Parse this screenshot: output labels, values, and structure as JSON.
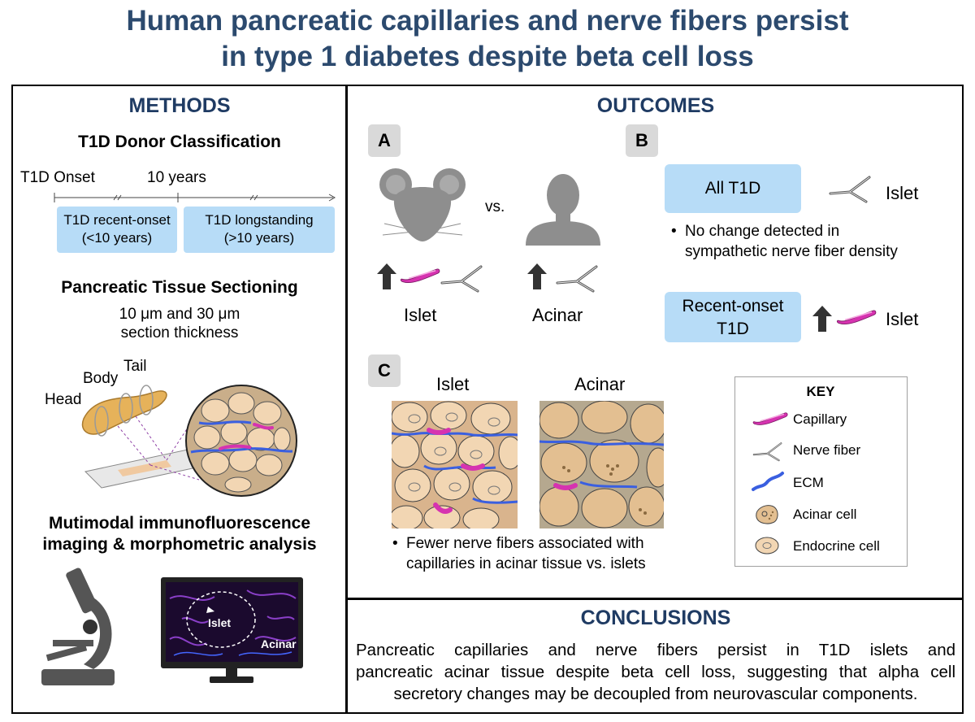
{
  "title": {
    "line1": "Human pancreatic capillaries and nerve fibers persist",
    "line2": "in type 1 diabetes despite beta cell loss"
  },
  "colors": {
    "title": "#2c4a6e",
    "heading": "#1f3b63",
    "box_fill": "#b7dcf7",
    "letter_fill": "#d9d9d9",
    "capillary": "#d633b0",
    "ecm": "#3a5fe0"
  },
  "methods": {
    "heading": "METHODS",
    "donor_heading": "T1D Donor Classification",
    "timeline": {
      "start_label": "T1D Onset",
      "mid_label": "10 years",
      "box1_line1": "T1D recent-onset",
      "box1_line2": "(<10 years)",
      "box2_line1": "T1D longstanding",
      "box2_line2": "(>10 years)"
    },
    "sectioning_heading": "Pancreatic Tissue Sectioning",
    "thickness_line1": "10 μm and 30 μm",
    "thickness_line2": "section thickness",
    "pancreas_labels": {
      "head": "Head",
      "body": "Body",
      "tail": "Tail"
    },
    "imaging_line1": "Mutimodal immunofluorescence",
    "imaging_line2": "imaging & morphometric analysis",
    "monitor_labels": {
      "islet": "Islet",
      "acinar": "Acinar"
    }
  },
  "outcomes": {
    "heading": "OUTCOMES",
    "panel_a": {
      "letter": "A",
      "vs": "vs.",
      "islet": "Islet",
      "acinar": "Acinar"
    },
    "panel_b": {
      "letter": "B",
      "all_t1d": "All T1D",
      "islet1": "Islet",
      "bullet1_line1": "No change detected in",
      "bullet1_line2": "sympathetic nerve fiber density",
      "recent_line1": "Recent-onset",
      "recent_line2": "T1D",
      "islet2": "Islet"
    },
    "panel_c": {
      "letter": "C",
      "islet": "Islet",
      "acinar": "Acinar",
      "bullet_line1": "Fewer nerve fibers associated with",
      "bullet_line2": "capillaries in acinar tissue vs. islets"
    },
    "key": {
      "title": "KEY",
      "items": [
        "Capillary",
        "Nerve fiber",
        "ECM",
        "Acinar cell",
        "Endocrine cell"
      ]
    }
  },
  "conclusions": {
    "heading": "CONCLUSIONS",
    "line1": "Pancreatic capillaries and nerve fibers persist in T1D islets and",
    "line2": "pancreatic acinar tissue despite beta cell loss, suggesting that alpha cell",
    "line3": "secretory changes may be decoupled from neurovascular components."
  }
}
